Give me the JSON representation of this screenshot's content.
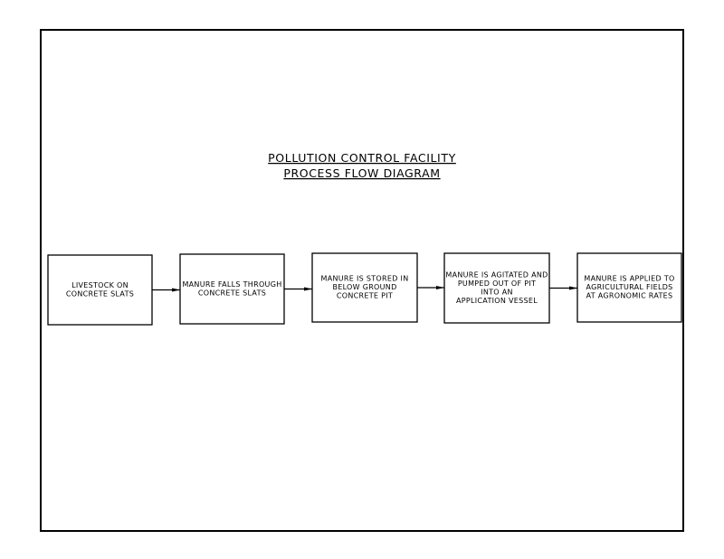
{
  "title": {
    "line1": "POLLUTION CONTROL FACILITY",
    "line2": "PROCESS FLOW DIAGRAM"
  },
  "steps": [
    {
      "lines": [
        "LIVESTOCK ON",
        "CONCRETE SLATS"
      ]
    },
    {
      "lines": [
        "MANURE FALLS THROUGH",
        "CONCRETE SLATS"
      ]
    },
    {
      "lines": [
        "MANURE IS STORED IN",
        "BELOW GROUND",
        "CONCRETE PIT"
      ]
    },
    {
      "lines": [
        "MANURE IS AGITATED AND",
        "PUMPED OUT OF PIT",
        "INTO AN",
        "APPLICATION VESSEL"
      ]
    },
    {
      "lines": [
        "MANURE IS APPLIED TO",
        "AGRICULTURAL FIELDS",
        "AT AGRONOMIC RATES"
      ]
    }
  ]
}
